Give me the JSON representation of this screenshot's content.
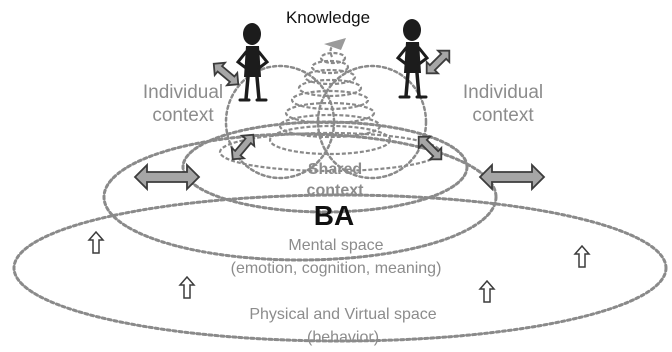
{
  "knowledge_label": "Knowledge",
  "individual_context_left": {
    "line1": "Individual",
    "line2": "context"
  },
  "individual_context_right": {
    "line1": "Individual",
    "line2": "context"
  },
  "shared_context": {
    "line1": "Shared",
    "line2": "context"
  },
  "ba_label": "BA",
  "mental_space": {
    "line1": "Mental space",
    "line2": "(emotion, cognition, meaning)"
  },
  "physical_space": {
    "line1": "Physical and Virtual space",
    "line2": "(behavior)"
  },
  "colors": {
    "dotted_line": "#8a8a8a",
    "arrow_fill": "#a6a6a6",
    "arrow_stroke": "#3c3c3c",
    "figure_fill": "#1c1c1c",
    "text_dark": "#111111",
    "text_grey": "#8c8c8c"
  }
}
